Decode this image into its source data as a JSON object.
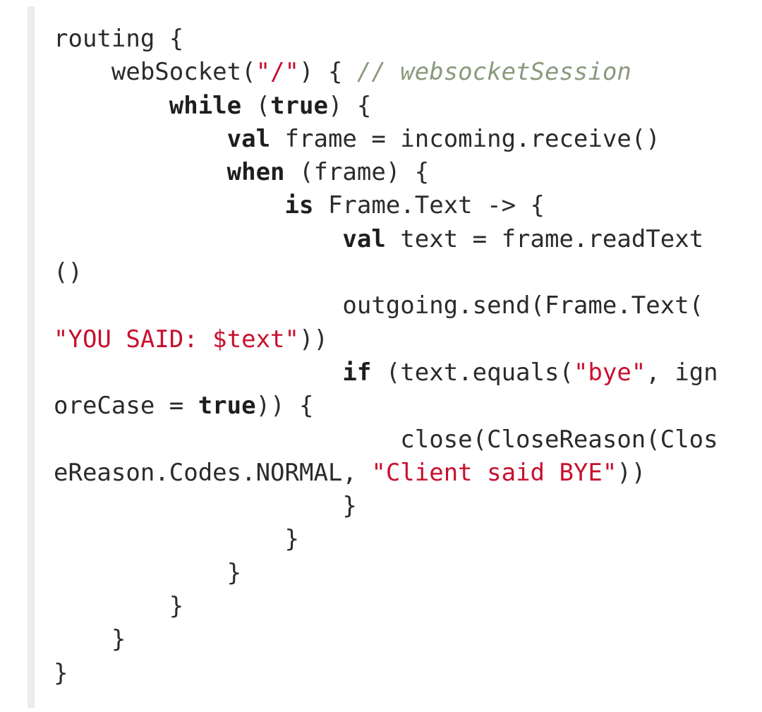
{
  "colors": {
    "text": "#2b2b2b",
    "keyword": "#1e1e1e",
    "string": "#c8102e",
    "comment": "#8a9a7e",
    "gutter": "#ececec",
    "background": "#ffffff"
  },
  "code": {
    "language": "kotlin",
    "lines": [
      [
        {
          "t": "routing {",
          "k": "txt"
        }
      ],
      [
        {
          "t": "    webSocket(",
          "k": "txt"
        },
        {
          "t": "\"/\"",
          "k": "str"
        },
        {
          "t": ") { ",
          "k": "txt"
        },
        {
          "t": "// websocketSession",
          "k": "cmt"
        }
      ],
      [
        {
          "t": "        ",
          "k": "txt"
        },
        {
          "t": "while",
          "k": "kw"
        },
        {
          "t": " (",
          "k": "txt"
        },
        {
          "t": "true",
          "k": "kw"
        },
        {
          "t": ") {",
          "k": "txt"
        }
      ],
      [
        {
          "t": "            ",
          "k": "txt"
        },
        {
          "t": "val",
          "k": "kw"
        },
        {
          "t": " frame = incoming.receive()",
          "k": "txt"
        }
      ],
      [
        {
          "t": "            ",
          "k": "txt"
        },
        {
          "t": "when",
          "k": "kw"
        },
        {
          "t": " (frame) {",
          "k": "txt"
        }
      ],
      [
        {
          "t": "                ",
          "k": "txt"
        },
        {
          "t": "is",
          "k": "kw"
        },
        {
          "t": " Frame.Text -> {",
          "k": "txt"
        }
      ],
      [
        {
          "t": "                    ",
          "k": "txt"
        },
        {
          "t": "val",
          "k": "kw"
        },
        {
          "t": " text = frame.readText",
          "k": "txt"
        }
      ],
      [
        {
          "t": "()",
          "k": "txt"
        }
      ],
      [
        {
          "t": "                    outgoing.send(Frame.Text(",
          "k": "txt"
        }
      ],
      [
        {
          "t": "\"YOU SAID: $text\"",
          "k": "str"
        },
        {
          "t": "))",
          "k": "txt"
        }
      ],
      [
        {
          "t": "                    ",
          "k": "txt"
        },
        {
          "t": "if",
          "k": "kw"
        },
        {
          "t": " (text.equals(",
          "k": "txt"
        },
        {
          "t": "\"bye\"",
          "k": "str"
        },
        {
          "t": ", ign",
          "k": "txt"
        }
      ],
      [
        {
          "t": "oreCase = ",
          "k": "txt"
        },
        {
          "t": "true",
          "k": "kw"
        },
        {
          "t": ")) {",
          "k": "txt"
        }
      ],
      [
        {
          "t": "                        close(CloseReason(Clos",
          "k": "txt"
        }
      ],
      [
        {
          "t": "eReason.Codes.NORMAL, ",
          "k": "txt"
        },
        {
          "t": "\"Client said BYE\"",
          "k": "str"
        },
        {
          "t": "))",
          "k": "txt"
        }
      ],
      [
        {
          "t": "                    }",
          "k": "txt"
        }
      ],
      [
        {
          "t": "                }",
          "k": "txt"
        }
      ],
      [
        {
          "t": "            }",
          "k": "txt"
        }
      ],
      [
        {
          "t": "        }",
          "k": "txt"
        }
      ],
      [
        {
          "t": "    }",
          "k": "txt"
        }
      ],
      [
        {
          "t": "}",
          "k": "txt"
        }
      ]
    ]
  }
}
